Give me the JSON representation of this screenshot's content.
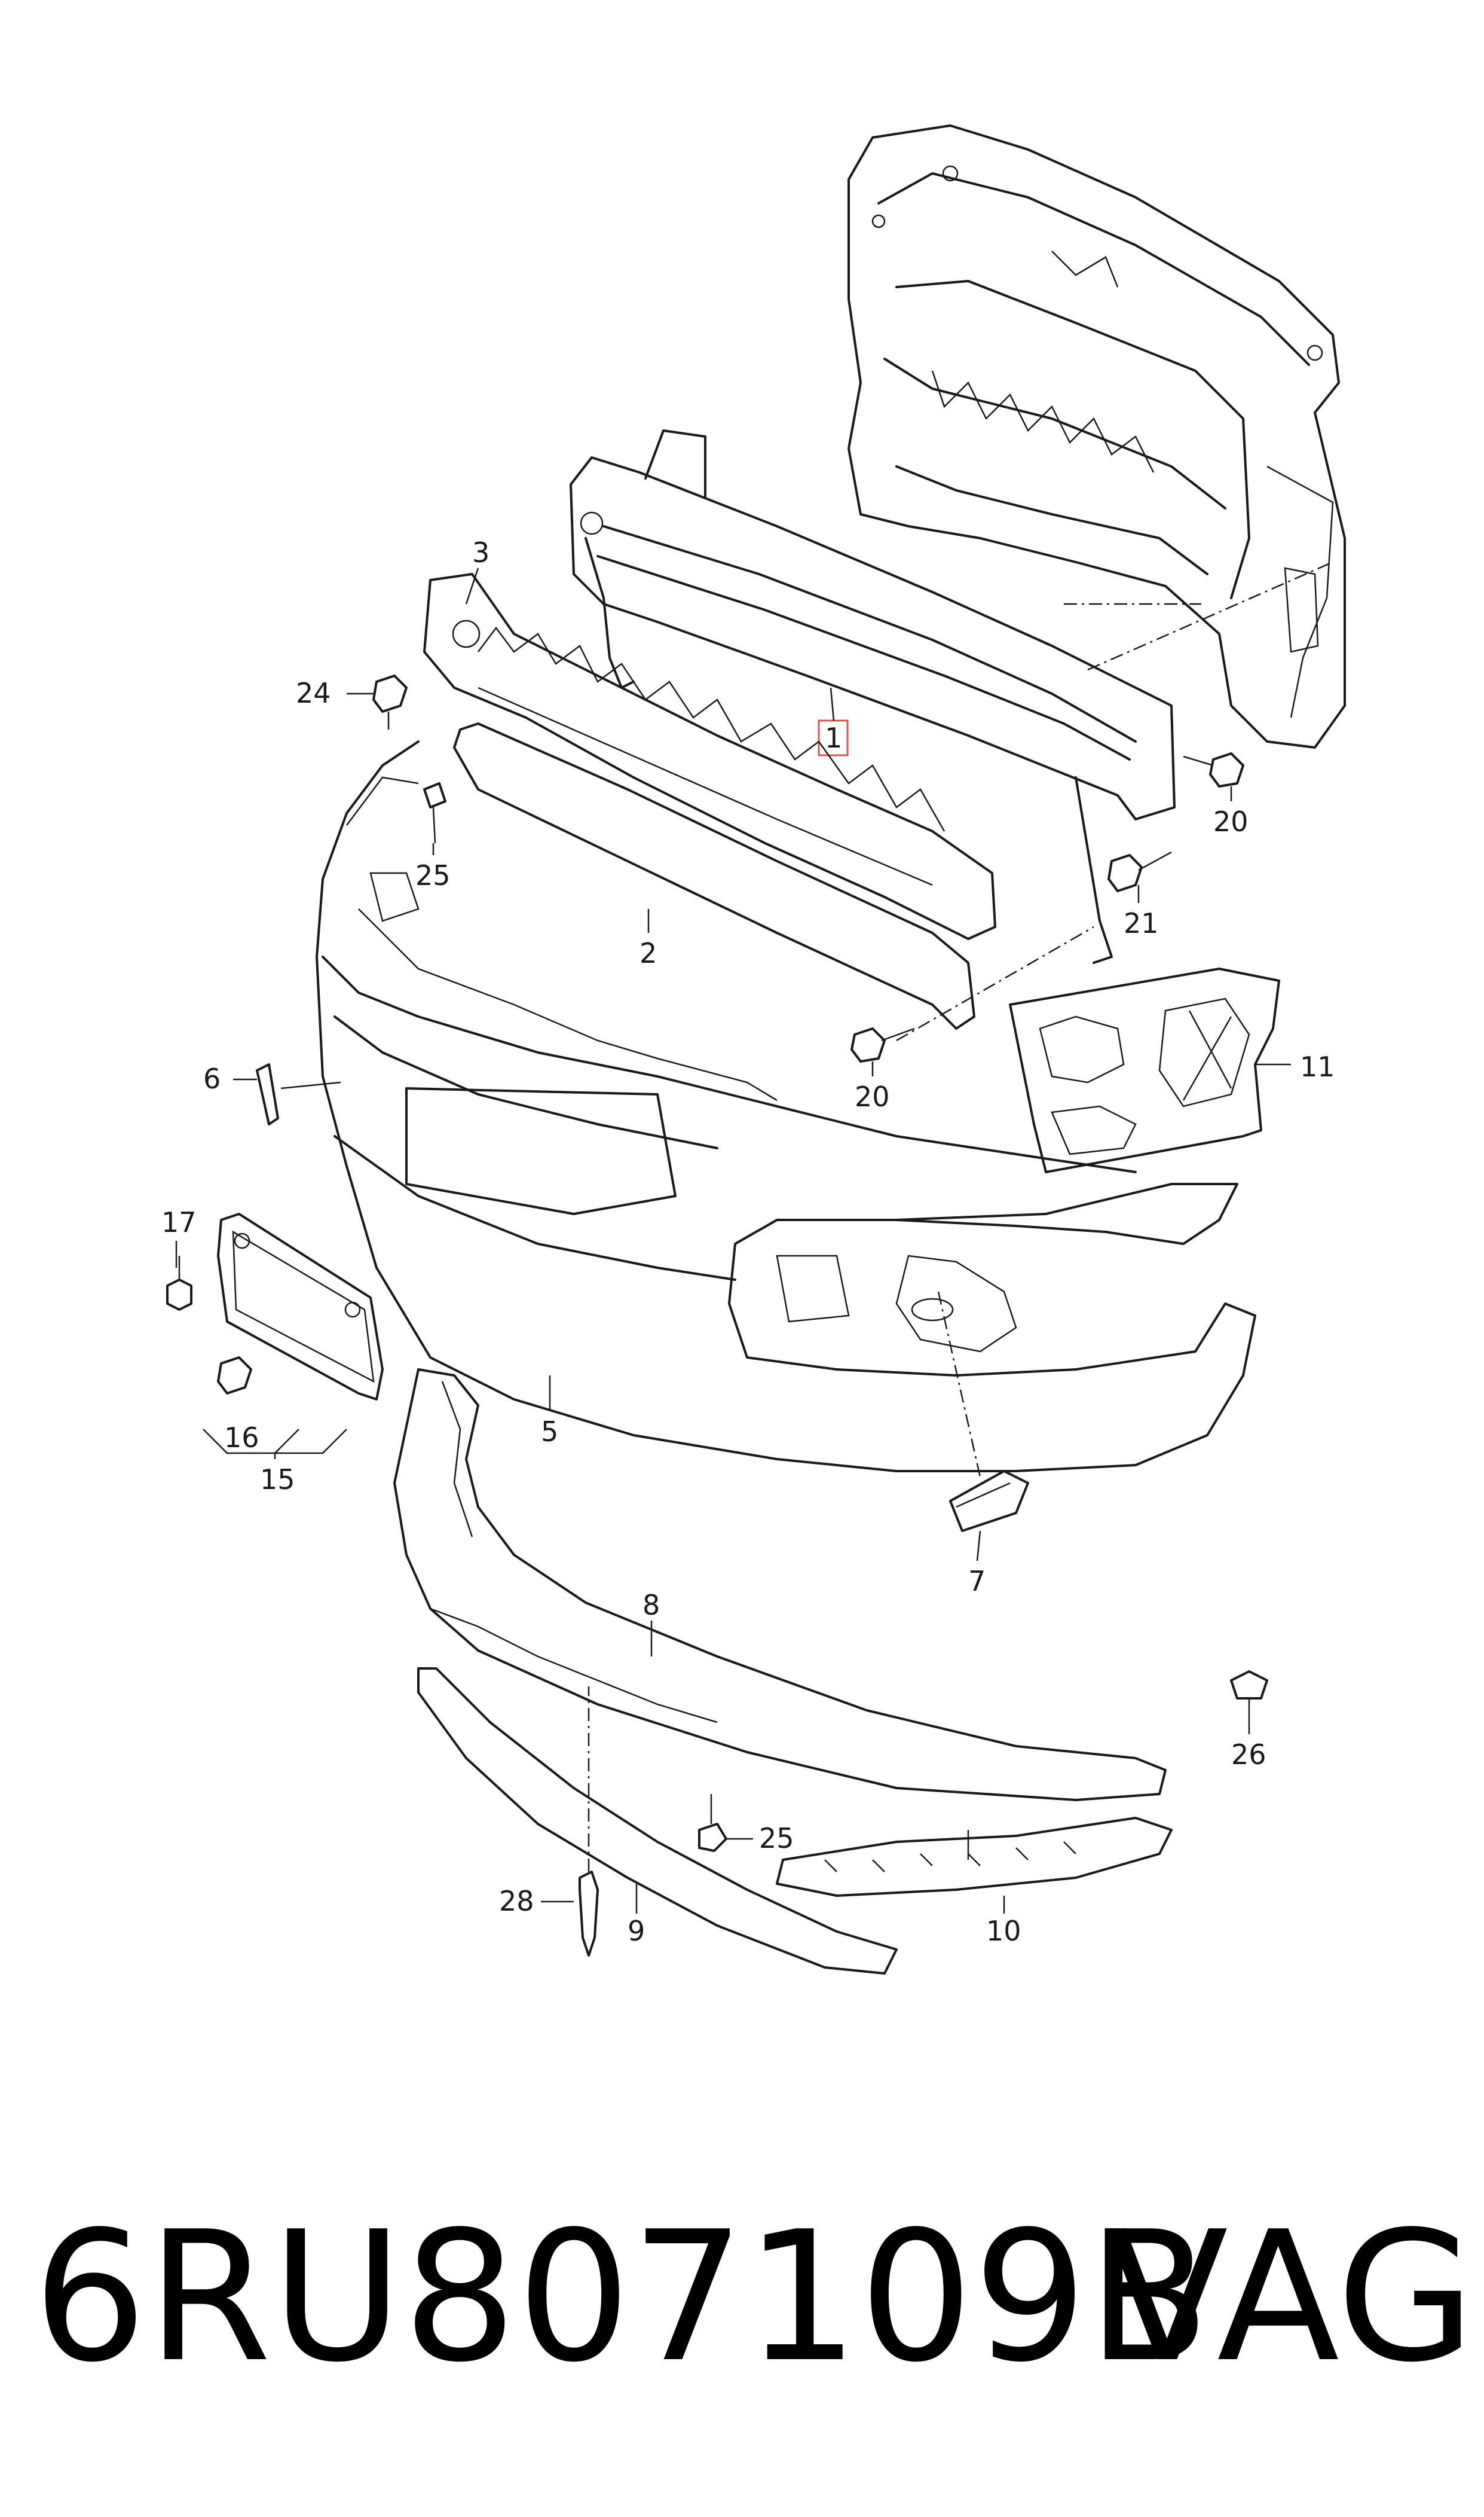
{
  "highlight_color": "#d9534f",
  "callouts": {
    "c1": "1",
    "c2": "2",
    "c3": "3",
    "c5": "5",
    "c6": "6",
    "c7": "7",
    "c8": "8",
    "c9": "9",
    "c10": "10",
    "c11": "11",
    "c15": "15",
    "c16": "16",
    "c17": "17",
    "c20a": "20",
    "c20b": "20",
    "c21": "21",
    "c24": "24",
    "c25a": "25",
    "c25b": "25",
    "c26": "26",
    "c28": "28"
  },
  "footer": {
    "part_number": "6RU807109B",
    "brand": "VAG"
  }
}
